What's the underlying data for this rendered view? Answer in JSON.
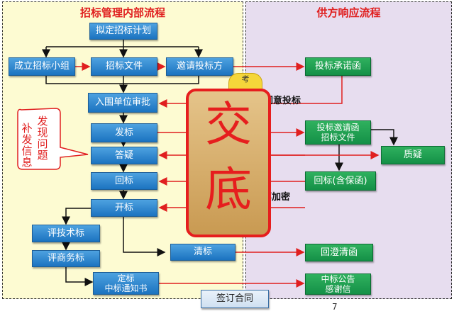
{
  "left_panel": {
    "title": "招标管理内部流程"
  },
  "right_panel": {
    "title": "供方响应流程"
  },
  "left_boxes": {
    "plan": "拟定招标计划",
    "team": "成立招标小组",
    "tender_docs": "招标文件",
    "invite": "邀请投标方",
    "review": "入围单位审批",
    "issue": "发标",
    "answer": "答疑",
    "return": "回标",
    "open": "开标",
    "tech": "评技术标",
    "biz": "评商务标",
    "award_line1": "定标",
    "award_line2": "中标通知书",
    "clarify": "清标",
    "contract": "签订合同"
  },
  "right_boxes": {
    "commit": "投标承诺函",
    "invite_letter_line1": "投标邀请函",
    "invite_letter_line2": "招标文件",
    "question": "质疑",
    "return_bid": "回标(含保函)",
    "reply_clarify": "回澄清函",
    "notice_line1": "中标公告",
    "notice_line2": "感谢信"
  },
  "callout": {
    "col1": "补发信息",
    "col2": "发现问题"
  },
  "overlay": {
    "char1": "交",
    "char2": "底",
    "tab": "考"
  },
  "partial_labels": {
    "agree": "同意投标",
    "seal": "部加密"
  },
  "page_number": "7"
}
